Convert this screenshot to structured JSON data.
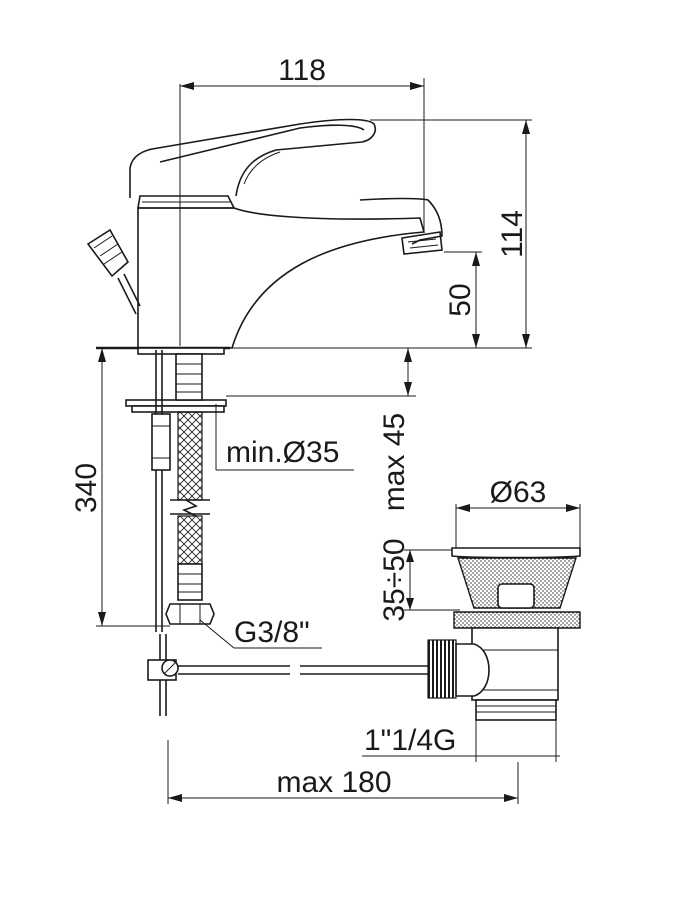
{
  "dimensions": {
    "faucet_width": "118",
    "faucet_height": "114",
    "spout_height": "50",
    "hose_length": "340",
    "hole_diameter": "min.Ø35",
    "deck_thickness": "max 45",
    "hose_thread": "G3/8\"",
    "drain_diameter": "Ø63",
    "drain_height_range": "35÷50",
    "drain_thread": "1\"1/4G",
    "rod_length": "max 180"
  }
}
